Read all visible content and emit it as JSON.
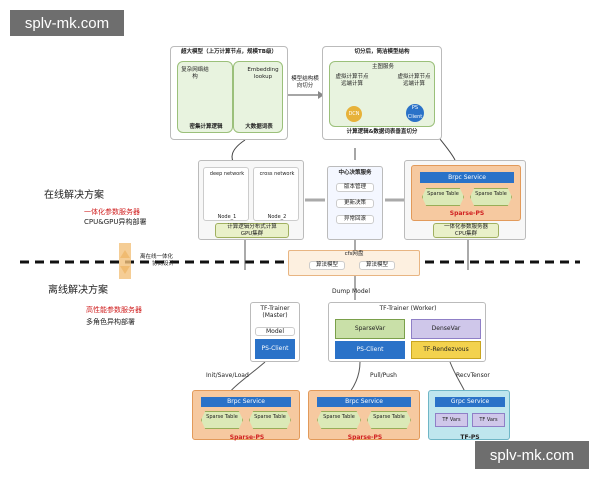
{
  "watermark": "splv-mk.com",
  "top_left": {
    "title": "超大模型（上万计算节点，规模TB级）",
    "dense_label": "复杂网络结构",
    "embed_label": "Embedding lookup",
    "dense_caption": "密集计算逻辑",
    "embed_caption": "大数据词表"
  },
  "split_label": "模型结构横向切分",
  "top_right": {
    "title": "切分后，简洁模型结构",
    "main_service": "主图服务",
    "virtual_compute": "虚拟计算节点远端计算",
    "dcn": "DCN",
    "ps_client": "PS Client",
    "caption": "计算逻辑&数据词表垂直切分"
  },
  "online": {
    "title": "在线解决方案",
    "subtitle_red": "一体化参数服务器",
    "subtitle": "CPU&GPU异构部署",
    "deep_network": "deep network",
    "cross_network": "cross network",
    "node1": "Node_1",
    "node2": "Node_2",
    "gpu_caption": "计算逻辑分布式计算",
    "gpu_cluster": "GPU集群",
    "center_title": "中心决策服务",
    "version_mgmt": "版本管理",
    "update_decision": "更新决策",
    "anomaly_rollback": "异常回滚",
    "brpc_service": "Brpc Service",
    "sparse_table": "Sparse Table",
    "sparse_ps": "Sparse-PS",
    "cpu_caption": "一体化参数服务器",
    "cpu_cluster": "CPU集群"
  },
  "middle": {
    "cfs_disk": "cfs网盘",
    "algo_model": "算法模型",
    "online_offline": "离在线一体化",
    "co_design": "协同设计",
    "dump_model": "Dump Model"
  },
  "offline": {
    "title": "离线解决方案",
    "subtitle_red": "高性能参数服务器",
    "subtitle": "多角色异构部署",
    "master_title": "TF-Trainer (Master)",
    "model": "Model",
    "ps_client": "PS-Client",
    "worker_title": "TF-Trainer (Worker)",
    "sparse_var": "SparseVar",
    "dense_var": "DenseVar",
    "tf_rendezvous": "TF-Rendezvous",
    "init_save_load": "Init/Save/Load",
    "pull_push": "Pull/Push",
    "recv_tensor": "RecvTensor",
    "brpc_service": "Brpc Service",
    "sparse_table": "Sparse Table",
    "sparse_ps": "Sparse-PS",
    "grpc_service": "Grpc Service",
    "tf_vars": "TF Vars",
    "tf_ps": "TF-PS"
  }
}
